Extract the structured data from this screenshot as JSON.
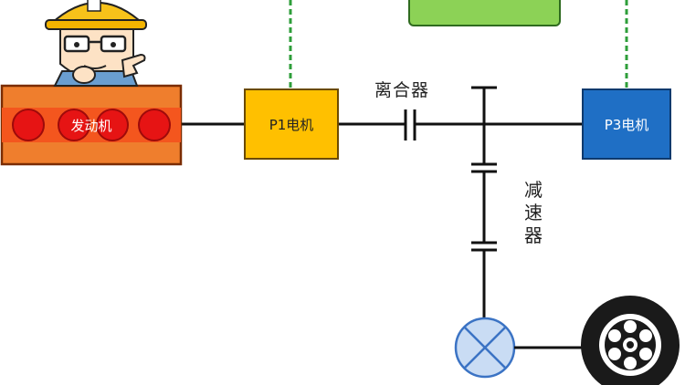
{
  "components": {
    "engine": {
      "label": "发动机",
      "fill": "#ef7e2d",
      "cylinder_color": "#e61414"
    },
    "p1_motor": {
      "label": "P1电机",
      "fill": "#ffc000"
    },
    "clutch": {
      "label": "离合器"
    },
    "p3_motor": {
      "label": "P3电机",
      "fill": "#1f6fc5"
    },
    "reducer": {
      "label": "减速器"
    },
    "top_box": {
      "fill": "#8cd256"
    }
  },
  "colors": {
    "shaft": "#111111",
    "signal_line": "#2e9e3a",
    "differential": "#c9dcf4"
  },
  "icons": [
    "worker-mascot-icon",
    "differential-icon",
    "wheel-icon"
  ]
}
